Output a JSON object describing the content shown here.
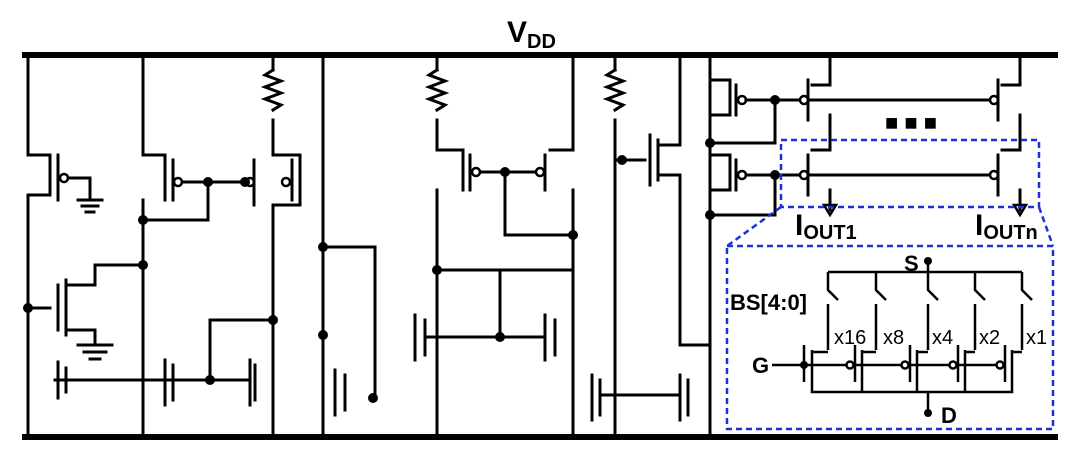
{
  "supply": {
    "label": "V",
    "subscript": "DD"
  },
  "outputs": [
    {
      "label": "I",
      "subscript": "OUT1"
    },
    {
      "label": "I",
      "subscript": "OUTn"
    }
  ],
  "ellipsis": "■ ■ ■",
  "inset": {
    "source_label": "S",
    "gate_label": "G",
    "drain_label": "D",
    "bus_label": "BS[4:0]",
    "weights": [
      "x16",
      "x8",
      "x4",
      "x2",
      "x1"
    ]
  },
  "colors": {
    "wire": "#000000",
    "inset_outline": "#1f2fd8"
  }
}
